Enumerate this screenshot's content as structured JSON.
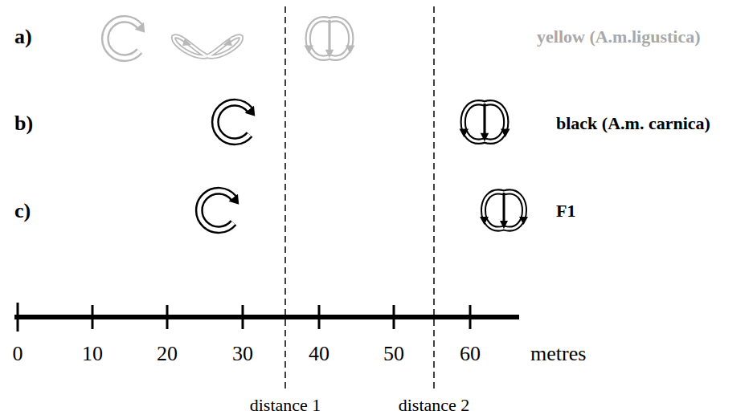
{
  "diagram": {
    "labels": [
      "a)",
      "yellow (A.m.ligustica)",
      "b)",
      "black (A.m. carnica)",
      "c)",
      "F1",
      "0",
      "10",
      "20",
      "30",
      "40",
      "50",
      "60",
      "metres",
      "distance 1",
      "distance 2"
    ]
  }
}
